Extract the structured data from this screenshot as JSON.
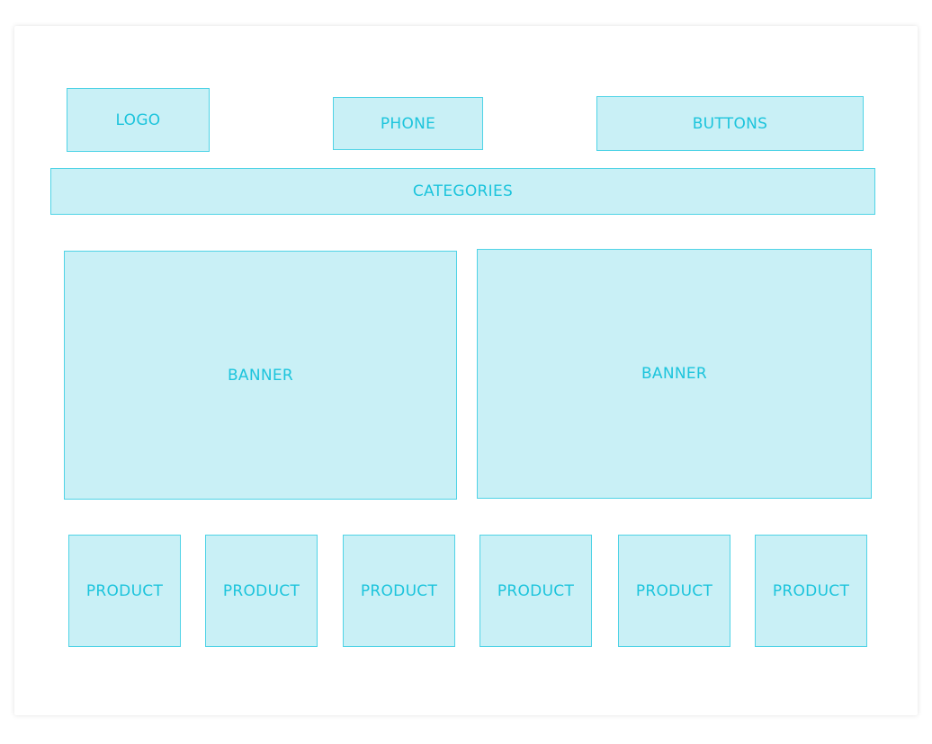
{
  "header": {
    "logo": "LOGO",
    "phone": "PHONE",
    "buttons": "BUTTONS"
  },
  "categories": "CATEGORIES",
  "banners": [
    "BANNER",
    "BANNER"
  ],
  "products": [
    "PRODUCT",
    "PRODUCT",
    "PRODUCT",
    "PRODUCT",
    "PRODUCT",
    "PRODUCT"
  ]
}
